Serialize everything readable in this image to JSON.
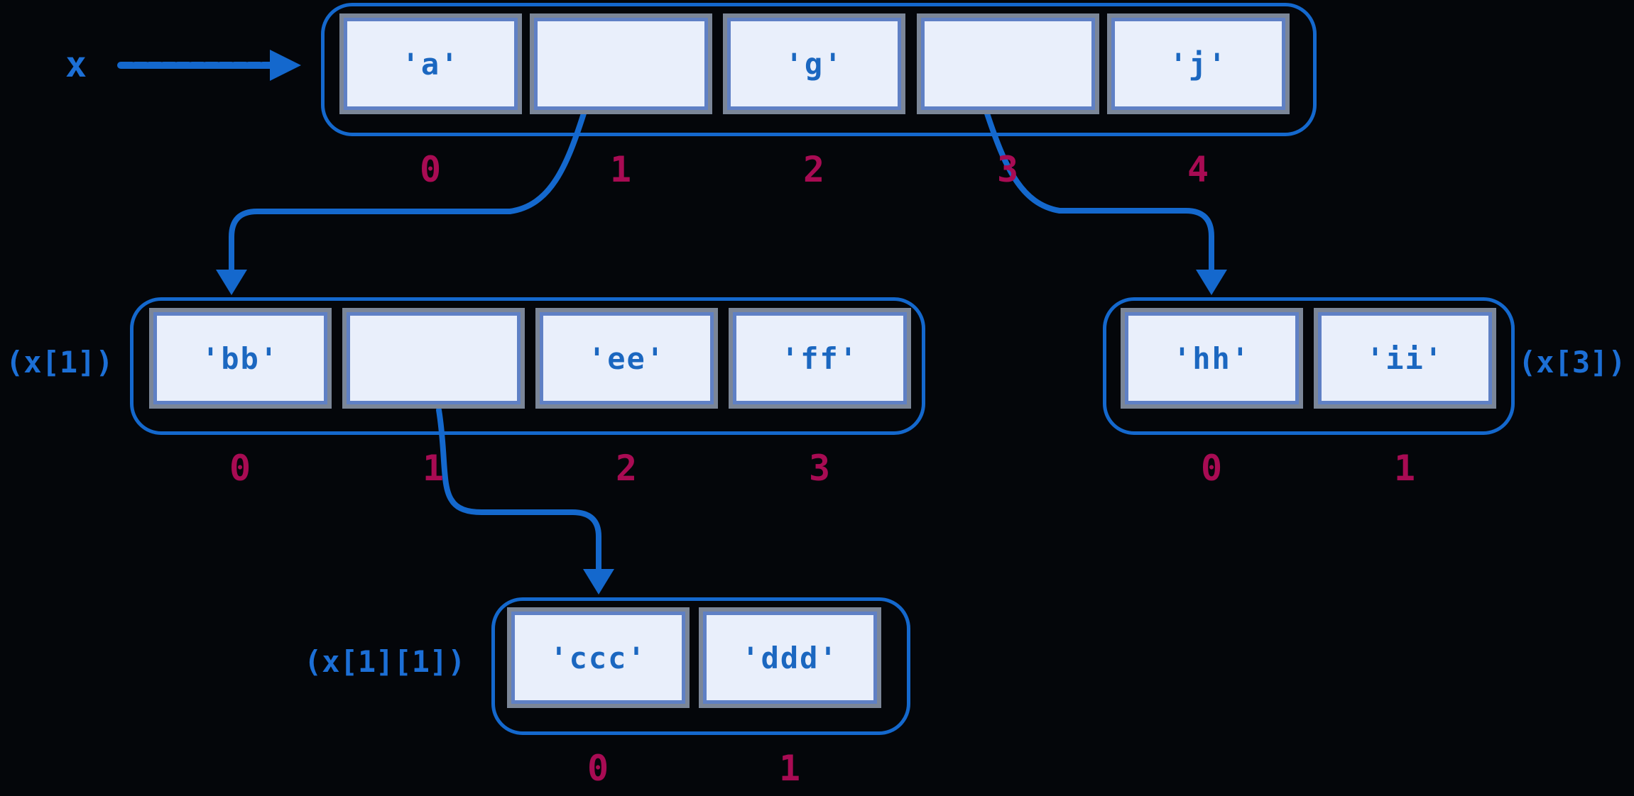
{
  "colors": {
    "background": "#04060a",
    "accent_blue": "#1468cd",
    "cell_fill": "#e9effb",
    "cell_inner_border": "#5f80c5",
    "cell_outer_border": "#7b8698",
    "cell_text_blue": "#1b67c0",
    "ref_label_blue": "#1c6fd6",
    "index_crimson": "#a80b53"
  },
  "variable": {
    "name": "x"
  },
  "lists": {
    "x": {
      "cells": [
        "'a'",
        "",
        "'g'",
        "",
        "'j'"
      ],
      "indices": [
        "0",
        "1",
        "2",
        "3",
        "4"
      ]
    },
    "x1": {
      "label": "(x[1])",
      "cells": [
        "'bb'",
        "",
        "'ee'",
        "'ff'"
      ],
      "indices": [
        "0",
        "1",
        "2",
        "3"
      ]
    },
    "x3": {
      "label": "(x[3])",
      "cells": [
        "'hh'",
        "'ii'"
      ],
      "indices": [
        "0",
        "1"
      ]
    },
    "x11": {
      "label": "(x[1][1])",
      "cells": [
        "'ccc'",
        "'ddd'"
      ],
      "indices": [
        "0",
        "1"
      ]
    }
  },
  "arrows": [
    "x-to-list-x",
    "x-index-1-to-list-x1",
    "x-index-3-to-list-x3",
    "x1-index-1-to-list-x11"
  ]
}
